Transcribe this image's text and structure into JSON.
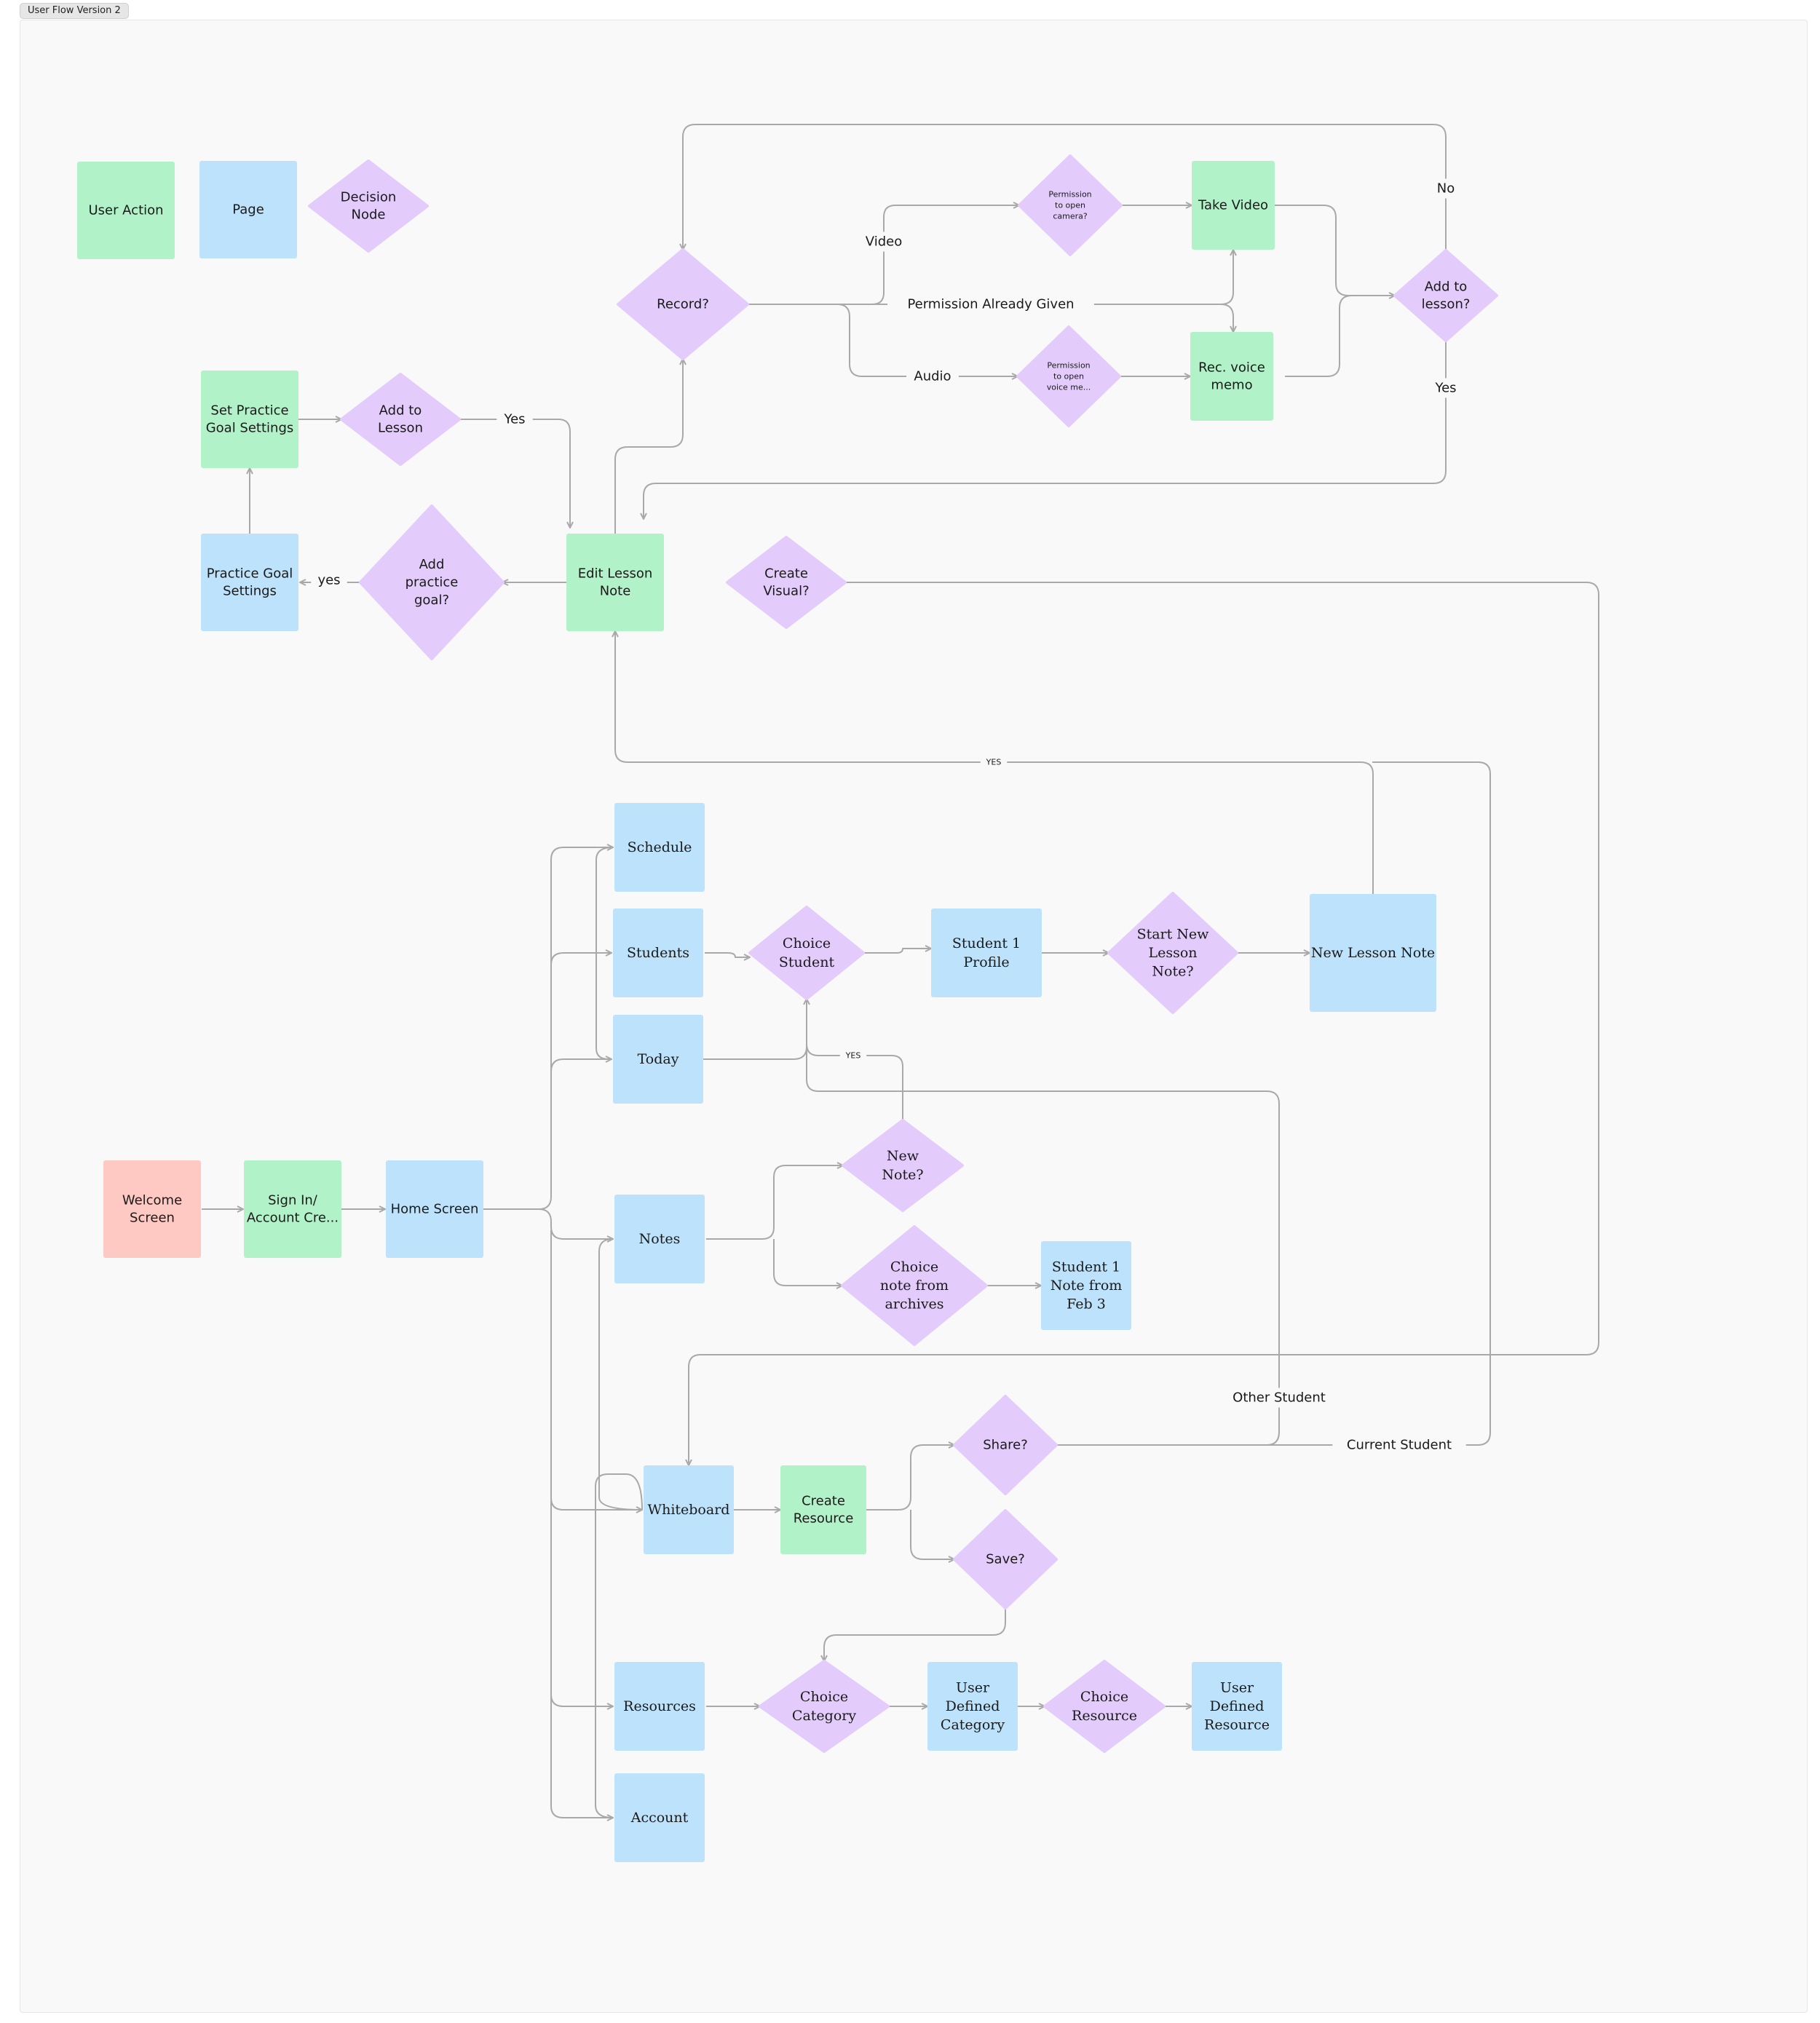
{
  "frame": {
    "title": "User Flow Version 2"
  },
  "colors": {
    "action": "#b1f2c8",
    "page": "#bde2fb",
    "decision": "#e3ccfb",
    "start": "#fec9c3",
    "line": "#a9a9a9"
  },
  "legend": [
    "User Action",
    "Page",
    "Decision Node"
  ],
  "nodes": [
    {
      "id": "leg-action",
      "lines": [
        "User Action"
      ]
    },
    {
      "id": "leg-page",
      "lines": [
        "Page"
      ]
    },
    {
      "id": "leg-decision",
      "lines": [
        "Decision",
        "Node"
      ]
    },
    {
      "id": "record",
      "lines": [
        "Record?"
      ]
    },
    {
      "id": "perm-camera",
      "lines": [
        "Permission",
        "to open",
        "camera?"
      ]
    },
    {
      "id": "take-video",
      "lines": [
        "Take Video"
      ]
    },
    {
      "id": "perm-voice",
      "lines": [
        "Permission",
        "to open",
        "voice me..."
      ]
    },
    {
      "id": "rec-voice",
      "lines": [
        "Rec. voice",
        "memo"
      ]
    },
    {
      "id": "add-to-lesson-q",
      "lines": [
        "Add to",
        "lesson?"
      ]
    },
    {
      "id": "set-practice",
      "lines": [
        "Set Practice",
        "Goal Settings"
      ]
    },
    {
      "id": "add-lesson",
      "lines": [
        "Add to",
        "Lesson"
      ]
    },
    {
      "id": "practice-settings",
      "lines": [
        "Practice Goal",
        "Settings"
      ]
    },
    {
      "id": "add-practice",
      "lines": [
        "Add",
        "practice",
        "goal?"
      ]
    },
    {
      "id": "edit-note",
      "lines": [
        "Edit Lesson",
        "Note"
      ]
    },
    {
      "id": "create-visual",
      "lines": [
        "Create",
        "Visual?"
      ]
    },
    {
      "id": "schedule",
      "lines": [
        "Schedule"
      ]
    },
    {
      "id": "students",
      "lines": [
        "Students"
      ]
    },
    {
      "id": "choice-student",
      "lines": [
        "Choice",
        "Student"
      ]
    },
    {
      "id": "student-profile",
      "lines": [
        "Student 1",
        "Profile"
      ]
    },
    {
      "id": "start-new",
      "lines": [
        "Start New",
        "Lesson",
        "Note?"
      ]
    },
    {
      "id": "new-note-page",
      "lines": [
        "New Lesson Note"
      ]
    },
    {
      "id": "today",
      "lines": [
        "Today"
      ]
    },
    {
      "id": "new-note-q",
      "lines": [
        "New",
        "Note?"
      ]
    },
    {
      "id": "welcome",
      "lines": [
        "Welcome",
        "Screen"
      ]
    },
    {
      "id": "signin",
      "lines": [
        "Sign In/",
        "Account Cre..."
      ]
    },
    {
      "id": "home",
      "lines": [
        "Home Screen"
      ]
    },
    {
      "id": "notes",
      "lines": [
        "Notes"
      ]
    },
    {
      "id": "choice-archive",
      "lines": [
        "Choice",
        "note from",
        "archives"
      ]
    },
    {
      "id": "student-note",
      "lines": [
        "Student 1",
        "Note from",
        "Feb 3"
      ]
    },
    {
      "id": "share",
      "lines": [
        "Share?"
      ]
    },
    {
      "id": "whiteboard",
      "lines": [
        "Whiteboard"
      ]
    },
    {
      "id": "create-resource",
      "lines": [
        "Create",
        "Resource"
      ]
    },
    {
      "id": "save",
      "lines": [
        "Save?"
      ]
    },
    {
      "id": "resources",
      "lines": [
        "Resources"
      ]
    },
    {
      "id": "choice-category",
      "lines": [
        "Choice",
        "Category"
      ]
    },
    {
      "id": "user-category",
      "lines": [
        "User",
        "Defined",
        "Category"
      ]
    },
    {
      "id": "choice-resource",
      "lines": [
        "Choice",
        "Resource"
      ]
    },
    {
      "id": "user-resource",
      "lines": [
        "User",
        "Defined",
        "Resource"
      ]
    },
    {
      "id": "account",
      "lines": [
        "Account"
      ]
    }
  ],
  "edge_labels": [
    {
      "id": "no",
      "text": "No"
    },
    {
      "id": "video",
      "text": "Video"
    },
    {
      "id": "perm-given",
      "text": "Permission Already Given"
    },
    {
      "id": "audio",
      "text": "Audio"
    },
    {
      "id": "yes-add",
      "text": "Yes"
    },
    {
      "id": "yes-lesson",
      "text": "Yes"
    },
    {
      "id": "yes-practice",
      "text": "yes"
    },
    {
      "id": "yes-big",
      "text": "YES"
    },
    {
      "id": "yes-small",
      "text": "YES"
    },
    {
      "id": "other-student",
      "text": "Other Student"
    },
    {
      "id": "current-student",
      "text": "Current Student"
    }
  ]
}
